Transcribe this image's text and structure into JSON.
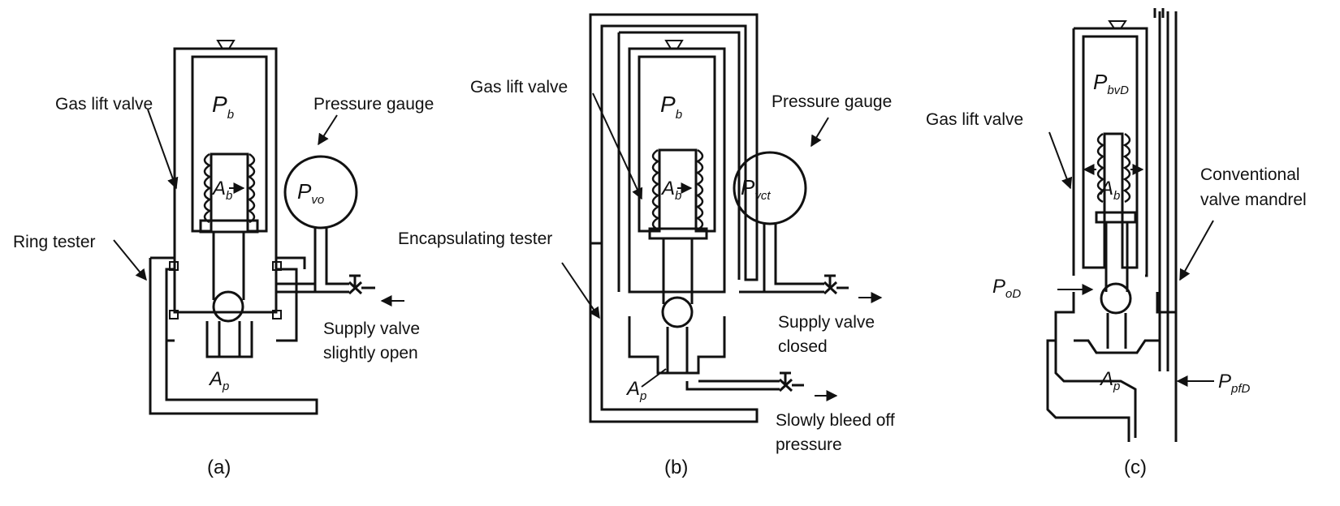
{
  "panels": [
    {
      "caption": "(a)",
      "labels": {
        "valve": "Gas lift valve",
        "tester": "Ring tester",
        "gauge": "Pressure gauge",
        "supply_l1": "Supply valve",
        "supply_l2": "slightly open"
      },
      "symbols": {
        "pb": {
          "main": "P",
          "sub": "b"
        },
        "ab": {
          "main": "A",
          "sub": "b"
        },
        "ap": {
          "main": "A",
          "sub": "p"
        },
        "gauge": {
          "main": "P",
          "sub": "vo"
        }
      }
    },
    {
      "caption": "(b)",
      "labels": {
        "valve": "Gas lift valve",
        "tester": "Encapsulating tester",
        "gauge": "Pressure gauge",
        "supply_l1": "Supply valve",
        "supply_l2": "closed",
        "bleed_l1": "Slowly bleed off",
        "bleed_l2": "pressure"
      },
      "symbols": {
        "pb": {
          "main": "P",
          "sub": "b"
        },
        "ab": {
          "main": "A",
          "sub": "b"
        },
        "ap": {
          "main": "A",
          "sub": "p"
        },
        "gauge": {
          "main": "P",
          "sub": "vct"
        }
      }
    },
    {
      "caption": "(c)",
      "labels": {
        "valve": "Gas lift valve",
        "mandrel_l1": "Conventional",
        "mandrel_l2": "valve mandrel"
      },
      "symbols": {
        "pbvd": {
          "main": "P",
          "sub": "bvD"
        },
        "ab": {
          "main": "A",
          "sub": "b"
        },
        "ap": {
          "main": "A",
          "sub": "p"
        },
        "pod": {
          "main": "P",
          "sub": "oD"
        },
        "ppfd": {
          "main": "P",
          "sub": "pfD"
        }
      }
    }
  ]
}
